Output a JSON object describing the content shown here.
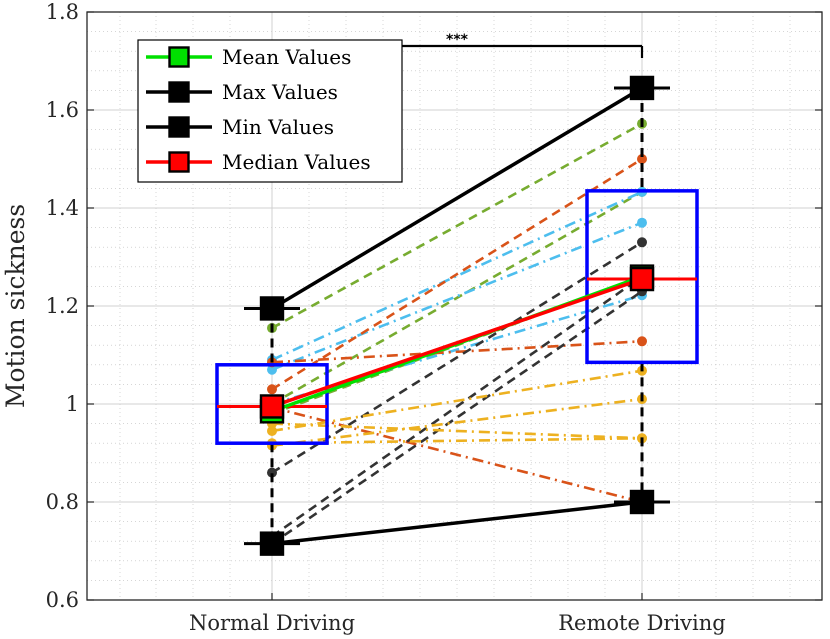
{
  "chart_data": {
    "type": "line",
    "ylabel": "Motion sickness",
    "xlabel": "",
    "categories": [
      "Normal Driving",
      "Remote Driving"
    ],
    "ylim": [
      0.6,
      1.8
    ],
    "yticks": [
      "0.6",
      "0.8",
      "1",
      "1.2",
      "1.4",
      "1.6",
      "1.8"
    ],
    "grid": true,
    "minor_grid": true,
    "legend_position": "top-left",
    "significance": "***",
    "box": {
      "color": "#0000ff",
      "Normal Driving": {
        "q1": 0.92,
        "q3": 1.08,
        "median": 0.995,
        "min": 0.715,
        "max": 1.195
      },
      "Remote Driving": {
        "q1": 1.085,
        "q3": 1.435,
        "median": 1.255,
        "min": 0.8,
        "max": 1.645
      }
    },
    "series": [
      {
        "name": "Mean Values",
        "values": [
          0.985,
          1.26
        ],
        "color": "#00e000",
        "marker_fill": "#00e000"
      },
      {
        "name": "Max Values",
        "values": [
          1.195,
          1.645
        ],
        "color": "#000000",
        "marker_fill": "#000000"
      },
      {
        "name": "Min Values",
        "values": [
          0.715,
          0.8
        ],
        "color": "#000000",
        "marker_fill": "#000000"
      },
      {
        "name": "Median Values",
        "values": [
          0.995,
          1.255
        ],
        "color": "#ff0000",
        "marker_fill": "#ff0000"
      }
    ],
    "participants": [
      {
        "values": [
          1.155,
          1.572
        ],
        "color": "#77ac30",
        "style": "dash"
      },
      {
        "values": [
          1.0,
          1.433
        ],
        "color": "#77ac30",
        "style": "dash"
      },
      {
        "values": [
          0.98,
          1.26
        ],
        "color": "#77ac30",
        "style": "dash"
      },
      {
        "values": [
          1.09,
          1.433
        ],
        "color": "#4dbeee",
        "style": "dashdot"
      },
      {
        "values": [
          1.07,
          1.37
        ],
        "color": "#4dbeee",
        "style": "dashdot"
      },
      {
        "values": [
          1.0,
          1.222
        ],
        "color": "#4dbeee",
        "style": "dashdot"
      },
      {
        "values": [
          1.03,
          1.5
        ],
        "color": "#d95319",
        "style": "dash"
      },
      {
        "values": [
          1.085,
          1.128
        ],
        "color": "#d95319",
        "style": "dashdot"
      },
      {
        "values": [
          0.993,
          0.8
        ],
        "color": "#d95319",
        "style": "dashdot"
      },
      {
        "values": [
          0.86,
          1.33
        ],
        "color": "#333333",
        "style": "dash"
      },
      {
        "values": [
          0.73,
          1.26
        ],
        "color": "#333333",
        "style": "dash"
      },
      {
        "values": [
          0.715,
          1.23
        ],
        "color": "#333333",
        "style": "dash"
      },
      {
        "values": [
          0.945,
          1.068
        ],
        "color": "#edb120",
        "style": "dashdot"
      },
      {
        "values": [
          0.915,
          1.01
        ],
        "color": "#edb120",
        "style": "dashdot"
      },
      {
        "values": [
          0.92,
          0.93
        ],
        "color": "#edb120",
        "style": "dashdot"
      },
      {
        "values": [
          0.96,
          0.93
        ],
        "color": "#edb120",
        "style": "dashdot"
      }
    ]
  }
}
